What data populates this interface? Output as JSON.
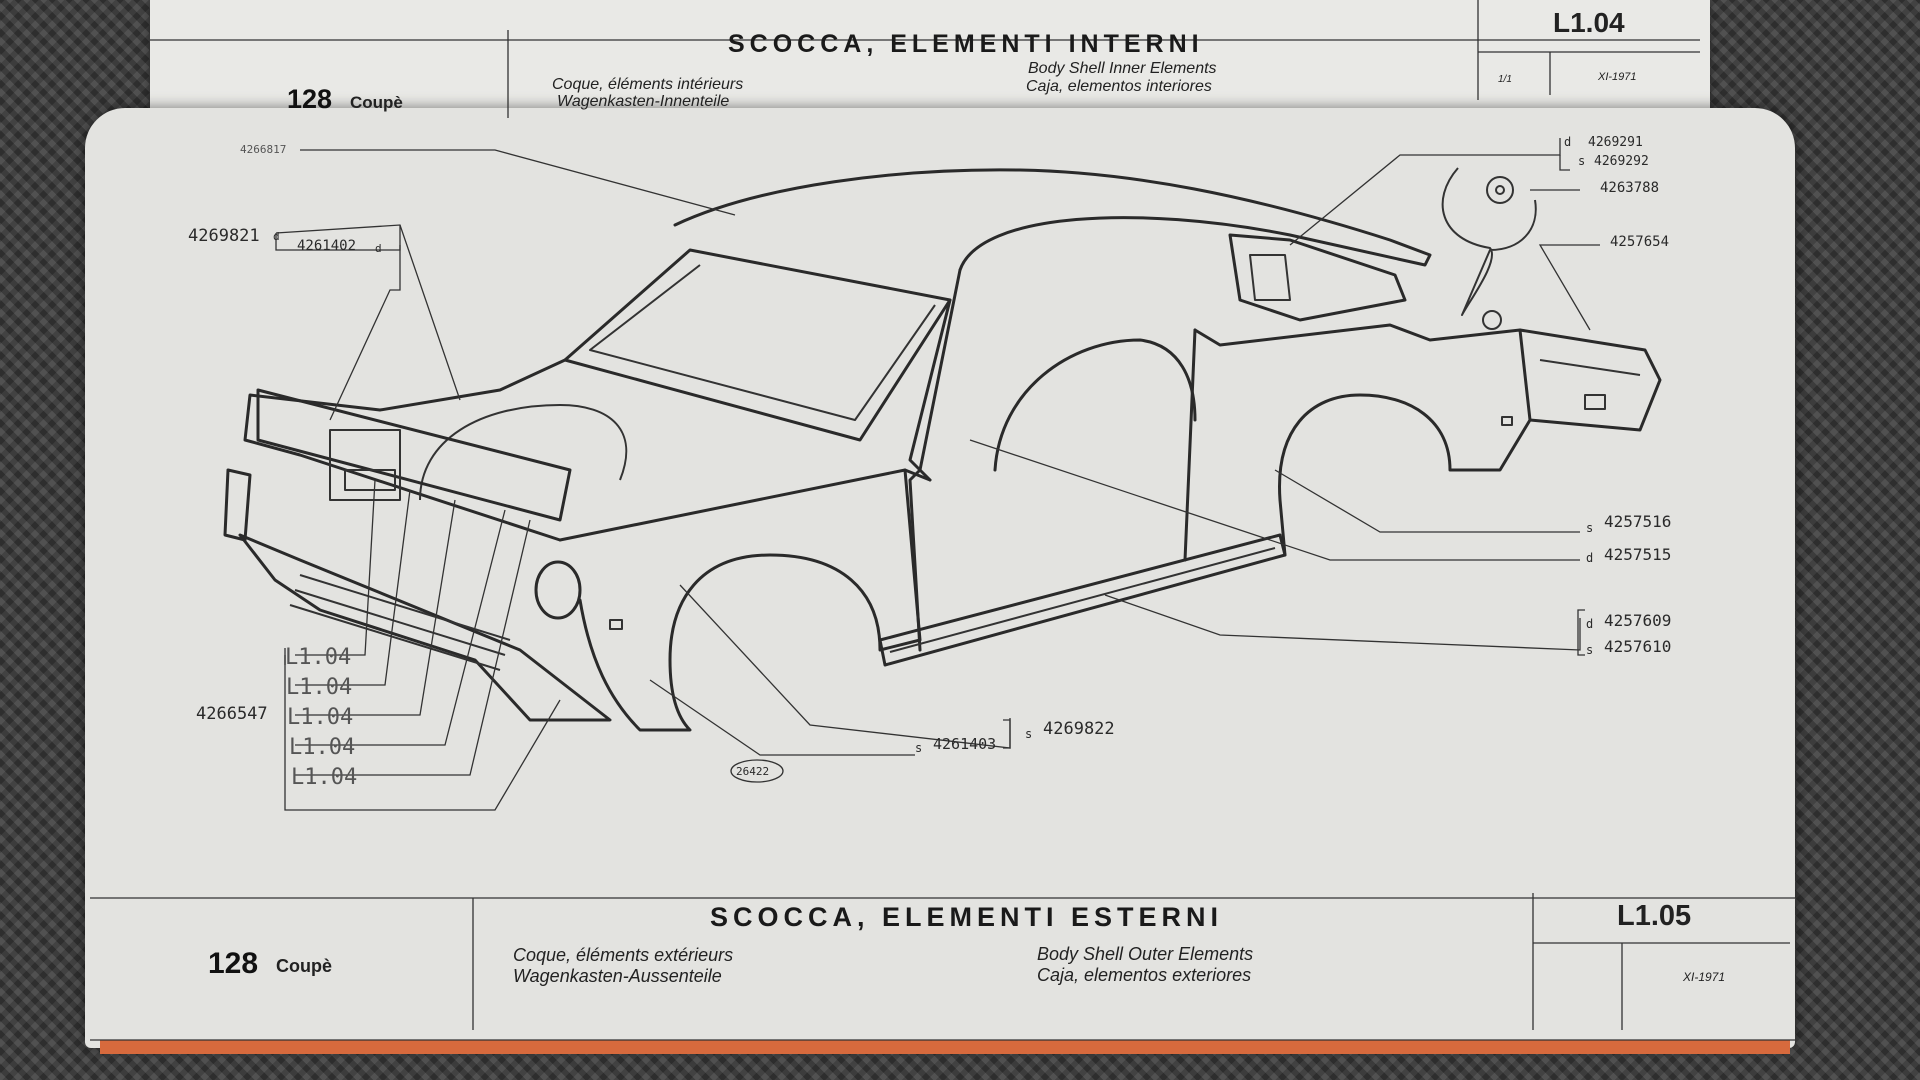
{
  "top_sheet": {
    "title": "SCOCCA, ELEMENTI INTERNI",
    "code": "L1.04",
    "model": "128",
    "variant": "Coupè",
    "subtitle_fr": "Coque, éléments intérieurs",
    "subtitle_de": "Wagenkasten-Innenteile",
    "subtitle_en": "Body Shell Inner Elements",
    "subtitle_es": "Caja, elementos interiores",
    "scale": "1/1",
    "date": "XI-1971"
  },
  "diagram": {
    "parts": {
      "roof": "4266817",
      "front_panel": "4269821",
      "front_inner_d": "4261402",
      "front_lower": "4266547",
      "rear_upper_d": "4269291",
      "rear_upper_s": "4269292",
      "fuel_cap": "4263788",
      "rear_panel": "4257654",
      "side_s": "4257516",
      "side_d": "4257515",
      "sill_d": "4257609",
      "sill_s": "4257610",
      "front_wing_s": "4261403",
      "rear_wing_s": "4269822"
    },
    "side_marks": {
      "d": "d",
      "s": "s"
    },
    "cross_refs": [
      "L1.04",
      "L1.04",
      "L1.04",
      "L1.04",
      "L1.04"
    ],
    "figure_number": "26422"
  },
  "bottom_sheet": {
    "title": "SCOCCA, ELEMENTI ESTERNI",
    "code": "L1.05",
    "model": "128",
    "variant": "Coupè",
    "subtitle_fr": "Coque, éléments extérieurs",
    "subtitle_de": "Wagenkasten-Aussenteile",
    "subtitle_en": "Body Shell Outer Elements",
    "subtitle_es": "Caja, elementos exteriores",
    "date": "XI-1971"
  }
}
